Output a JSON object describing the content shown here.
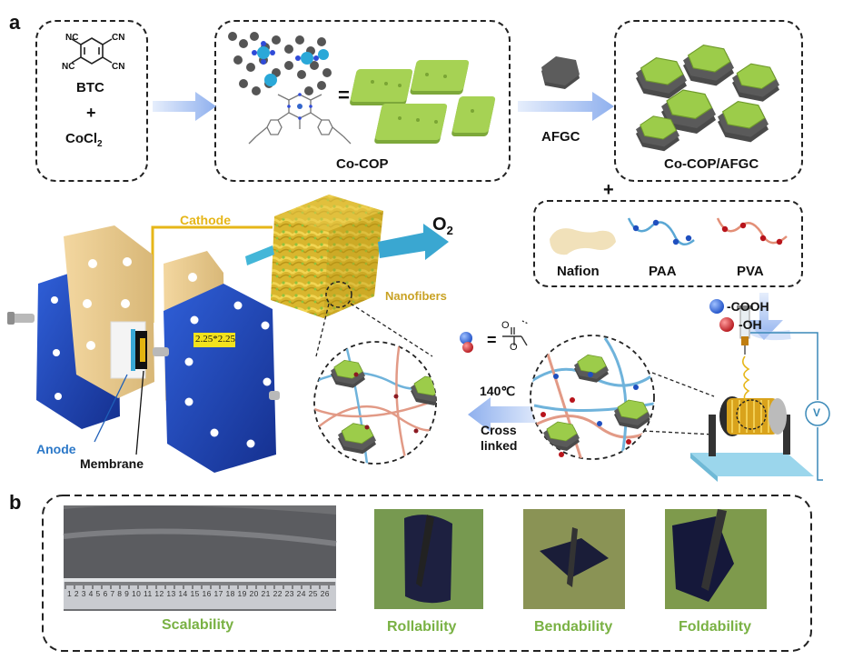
{
  "panel_a": {
    "letter": "a",
    "reactants": {
      "cn_label": "NC",
      "cn_label_r": "CN",
      "btc": "BTC",
      "plus": "+",
      "cocl2": "CoCl",
      "cocl2_sub": "2"
    },
    "cocop": {
      "label": "Co-COP",
      "equals": "="
    },
    "afgc_label": "AFGC",
    "cocop_afgc": {
      "label": "Co-COP/AFGC"
    },
    "plus_polymers": "+",
    "polymers": {
      "nafion": "Nafion",
      "paa": "PAA",
      "pva": "PVA"
    },
    "legend": {
      "cooh": "-COOH",
      "oh": "-OH"
    },
    "cell": {
      "cathode": "Cathode",
      "anode": "Anode",
      "membrane": "Membrane",
      "plate_label": "2.25*2.25"
    },
    "nanofibers": "Nanofibers",
    "o2": "O",
    "o2_sub": "2",
    "crosslink": {
      "temp": "140℃",
      "line1": "Cross",
      "line2": "linked"
    },
    "voltage_symbol": "V",
    "colors": {
      "green": "#9ccc4a",
      "blue_plate": "#1f43b8",
      "gold": "#e8c13a",
      "arrow": "#a9c3f3"
    }
  },
  "panel_b": {
    "letter": "b",
    "labels": {
      "scalability": "Scalability",
      "rollability": "Rollability",
      "bendability": "Bendability",
      "foldability": "Foldability"
    },
    "ruler_numbers": "1  2  3  4  5  6  7  8  9 10 11 12 13 14 15 16 17 18 19 20 21 22 23 24 25 26"
  }
}
